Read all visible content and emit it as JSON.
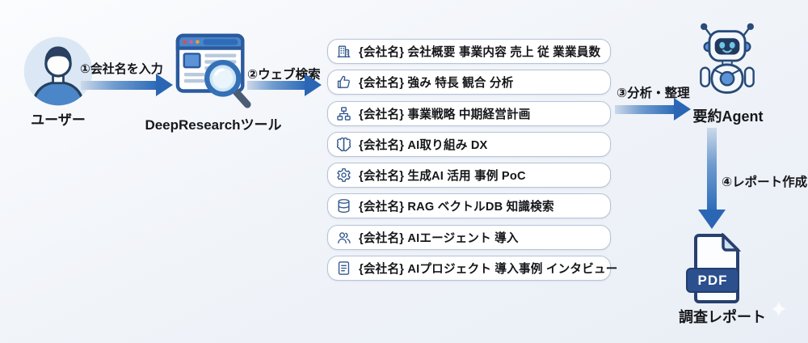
{
  "diagram": {
    "user": {
      "label": "ユーザー"
    },
    "tool": {
      "label": "DeepResearchツール"
    },
    "agent": {
      "label": "要約Agent"
    },
    "report": {
      "label": "調査レポート",
      "badge": "PDF"
    },
    "steps": {
      "input": "①会社名を入力",
      "search": "②ウェブ検索",
      "analyze": "③分析・整理",
      "create": "④レポート作成"
    },
    "queries": [
      {
        "icon": "building-icon",
        "text": "{会社名} 会社概要 事業内容 売上 従 業業員数"
      },
      {
        "icon": "thumbs-up-icon",
        "text": "{会社名} 強み 特長 観合 分析"
      },
      {
        "icon": "org-chart-icon",
        "text": "{会社名} 事業戦略 中期経営計画"
      },
      {
        "icon": "brain-icon",
        "text": "{会社名} AI取り組み DX"
      },
      {
        "icon": "gear-icon",
        "text": "{会社名} 生成AI 活用 事例 PoC"
      },
      {
        "icon": "database-icon",
        "text": "{会社名} RAG ベクトルDB 知識検索"
      },
      {
        "icon": "users-icon",
        "text": "{会社名} AIエージェント 導入"
      },
      {
        "icon": "document-icon",
        "text": "{会社名} AIプロジェクト 導入事例 インタビュー"
      }
    ],
    "colors": {
      "arrow": "#2f6db9",
      "chip_border": "#b5c3d9",
      "icon_stroke": "#30568c",
      "pdf_badge": "#2c4f8e",
      "background_top": "#fbfcfe",
      "background_bottom": "#e9eef6"
    }
  }
}
